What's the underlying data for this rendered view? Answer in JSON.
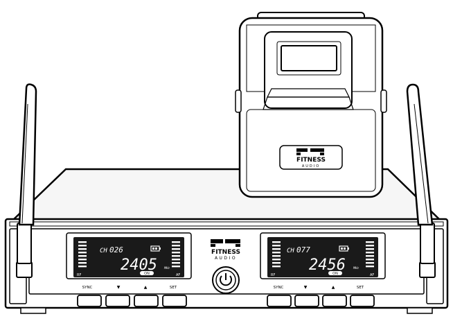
{
  "brand": {
    "name": "FITNESS",
    "sub": "AUDIO"
  },
  "transmitter": {
    "brand_name": "FITNESS",
    "brand_sub": "AUDIO"
  },
  "receiver": {
    "channels": [
      {
        "ch_prefix": "CH",
        "ch_number": "026",
        "frequency": "2405",
        "unit": "MHz",
        "status": "ON",
        "rf_label": "RF",
        "af_label": "AF",
        "buttons": [
          "SYNC",
          "▼",
          "▲",
          "SET"
        ]
      },
      {
        "ch_prefix": "CH",
        "ch_number": "077",
        "frequency": "2456",
        "unit": "MHz",
        "status": "ON",
        "rf_label": "RF",
        "af_label": "AF",
        "buttons": [
          "SYNC",
          "▼",
          "▲",
          "SET"
        ]
      }
    ]
  },
  "colors": {
    "outline": "#000000",
    "lcd": "#1a1a1a",
    "body": "#ffffff",
    "shade": "#e8e8e8"
  },
  "icons": [
    "battery-icon",
    "power-icon",
    "antenna-icon"
  ]
}
